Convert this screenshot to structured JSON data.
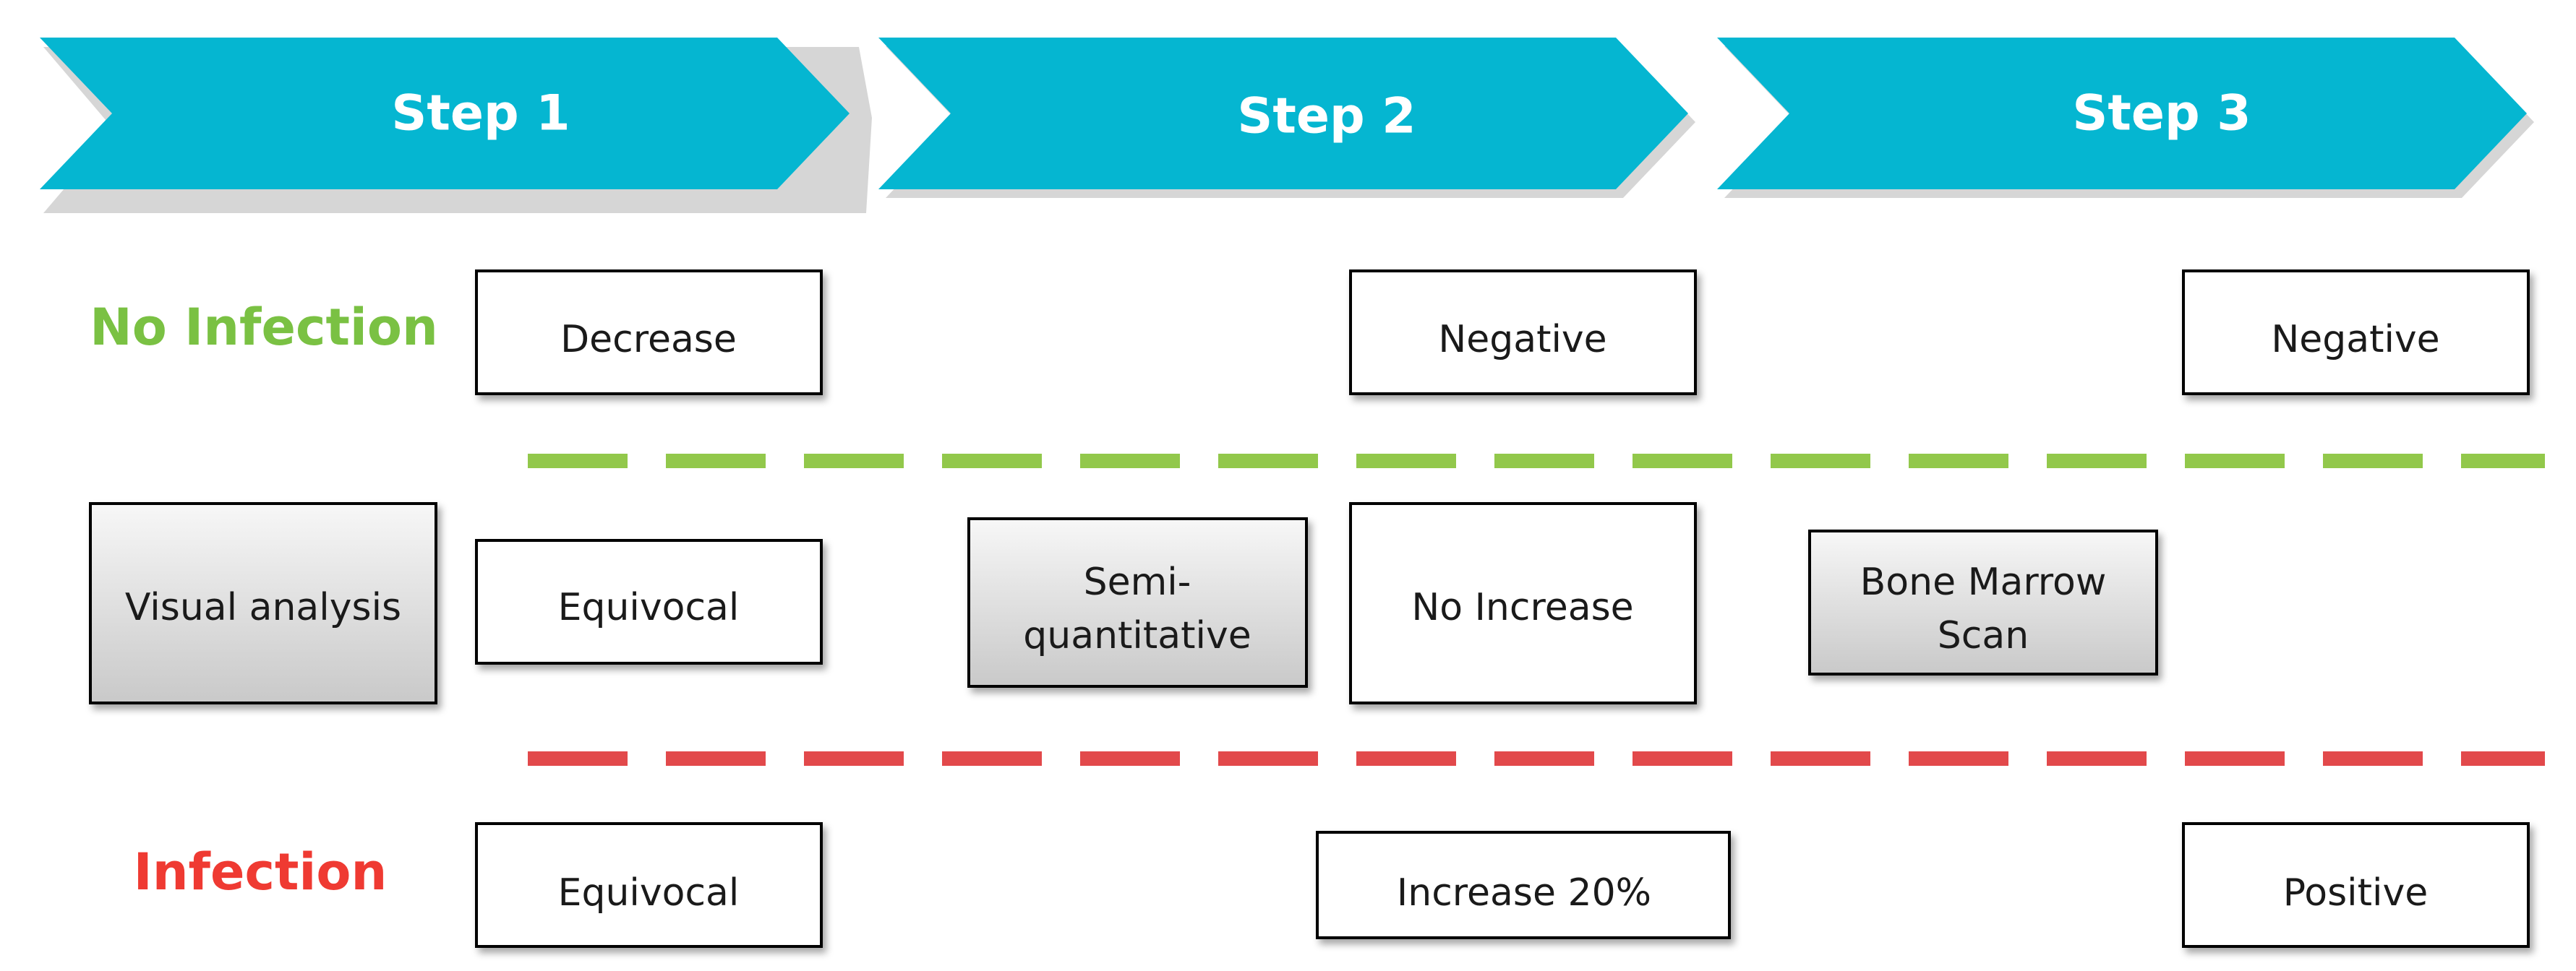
{
  "colors": {
    "step_fill": "#05b6d1",
    "no_infection": "#7ac143",
    "infection": "#ef3a32",
    "green_dash": "#92c84b",
    "red_dash": "#e2494b",
    "method_box_top": "#f7f7f7",
    "method_box_bottom": "#c9c9c9",
    "result_box_border": "#000000"
  },
  "steps": [
    {
      "label": "Step 1"
    },
    {
      "label": "Step 2"
    },
    {
      "label": "Step 3"
    }
  ],
  "rows": {
    "no_infection": "No Infection",
    "infection": "Infection"
  },
  "methods": [
    {
      "lines": [
        "Visual analysis"
      ]
    },
    {
      "lines": [
        "Semi-",
        "quantitative"
      ]
    },
    {
      "lines": [
        "Bone Marrow",
        "Scan"
      ]
    }
  ],
  "results": {
    "no_infection": [
      "Decrease",
      "Negative",
      "Negative"
    ],
    "middle": [
      "Equivocal",
      "No Increase"
    ],
    "infection": [
      "Equivocal",
      "Increase 20%",
      "Positive"
    ]
  }
}
